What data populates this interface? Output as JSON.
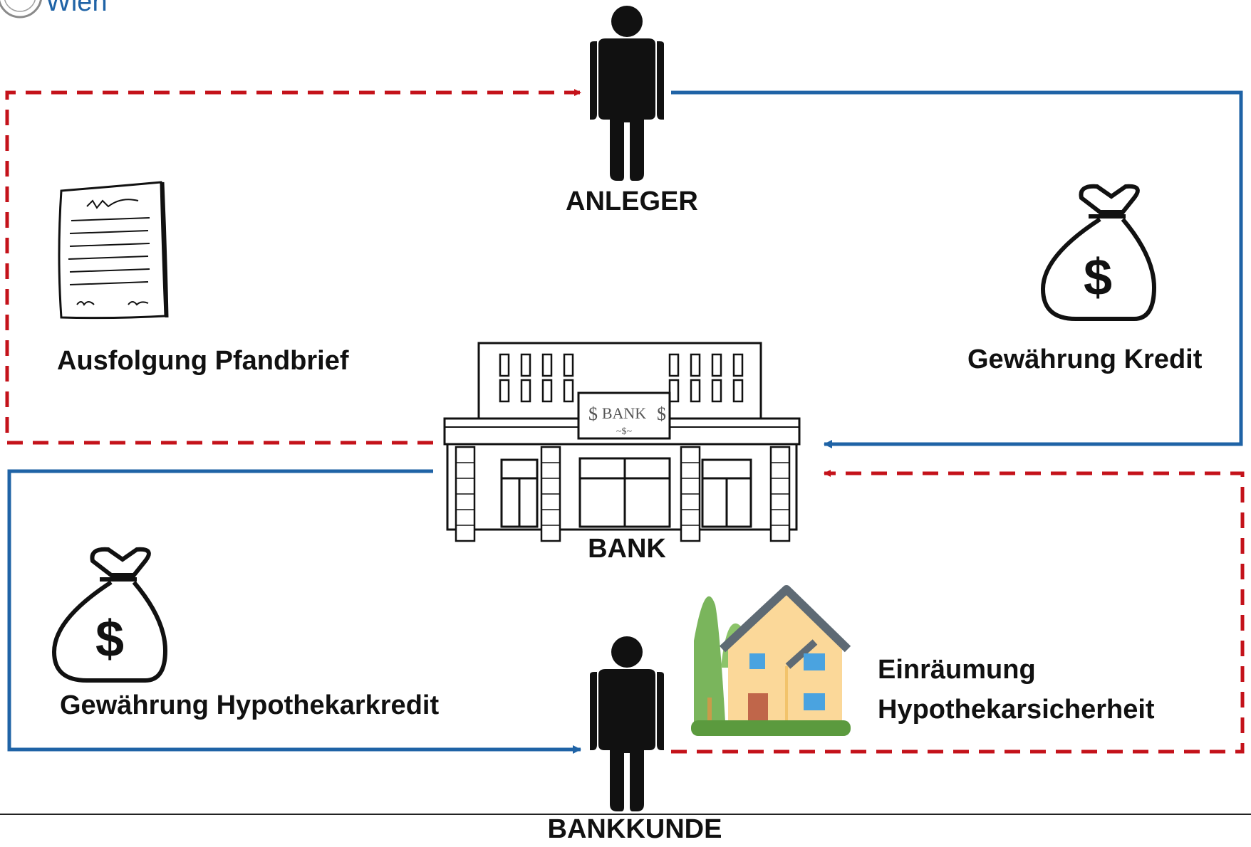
{
  "logo": {
    "text": "Wien"
  },
  "nodes": {
    "investor": "ANLEGER",
    "bank": "BANK",
    "customer": "BANKKUNDE"
  },
  "bank_sign": {
    "text": "BANK"
  },
  "flows": {
    "pfandbrief_issue": "Ausfolgung Pfandbrief",
    "credit_grant": "Gewährung Kredit",
    "mortgage_loan_grant": "Gewährung Hypothekarkredit",
    "mortgage_security_grant_line1": "Einräumung",
    "mortgage_security_grant_line2": "Hypothekarsicherheit"
  },
  "colors": {
    "blue_line": "#1f63a6",
    "red_dashed_line": "#c4121a",
    "figure": "#111111",
    "house_wall": "#fbd899",
    "house_roof": "#5e6a74",
    "house_window": "#4aa3e0",
    "house_door": "#c0664a",
    "tree_green": "#7ab55c",
    "grass": "#5b9a3e"
  }
}
